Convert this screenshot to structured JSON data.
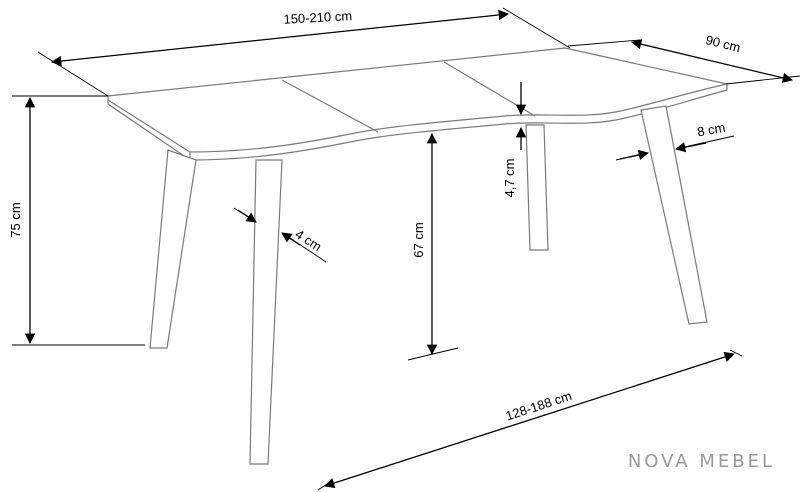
{
  "brand": {
    "text": "NOVA MEBEL"
  },
  "dimensions": {
    "length": "150-210 cm",
    "depth": "90 cm",
    "height": "75 cm",
    "clearance": "67 cm",
    "top_thickness": "4,7 cm",
    "leg_thickness_front": "4 cm",
    "leg_thickness_side": "8 cm",
    "leg_span": "128-188 cm"
  }
}
